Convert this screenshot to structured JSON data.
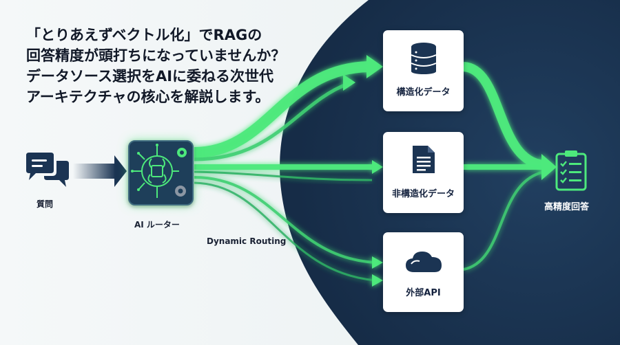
{
  "headline": {
    "lines": [
      "「とりあえずベクトル化」でRAGの",
      "回答精度が頭打ちになっていませんか？",
      "データソース選択をAIに委ねる次世代",
      "アーキテクチャの核心を解説します。"
    ]
  },
  "nodes": {
    "question": {
      "label": "質問",
      "icon": "chat-bubbles-icon"
    },
    "router": {
      "label": "AI ルーター",
      "icon": "brain-chip-gears-icon"
    },
    "routing": {
      "label": "Dynamic Routing"
    },
    "sources": [
      {
        "label": "構造化データ",
        "icon": "database-icon"
      },
      {
        "label": "非構造化データ",
        "icon": "document-icon"
      },
      {
        "label": "外部API",
        "icon": "cloud-icon"
      }
    ],
    "answer": {
      "label": "高精度回答",
      "icon": "checklist-clipboard-icon"
    }
  },
  "colors": {
    "navy": "#1b3453",
    "flow_green": "#4de97c",
    "flow_green_dim": "#2f9f62",
    "card_bg": "#ffffff",
    "icon_navy": "#1b3453"
  }
}
